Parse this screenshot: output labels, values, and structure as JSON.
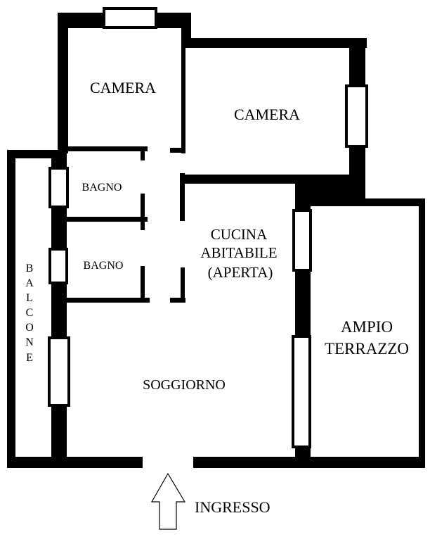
{
  "rooms": {
    "camera_1": "CAMERA",
    "camera_2": "CAMERA",
    "bagno_1": "BAGNO",
    "bagno_2": "BAGNO",
    "cucina_line1": "CUCINA",
    "cucina_line2": "ABITABILE",
    "cucina_line3": "(APERTA)",
    "soggiorno": "SOGGIORNO",
    "terrazzo_line1": "AMPIO",
    "terrazzo_line2": "TERRAZZO",
    "balcone": [
      "B",
      "A",
      "L",
      "C",
      "O",
      "N",
      "E"
    ]
  },
  "entrance": {
    "label": "INGRESSO"
  },
  "colors": {
    "wall": "#000000",
    "background": "#ffffff"
  }
}
